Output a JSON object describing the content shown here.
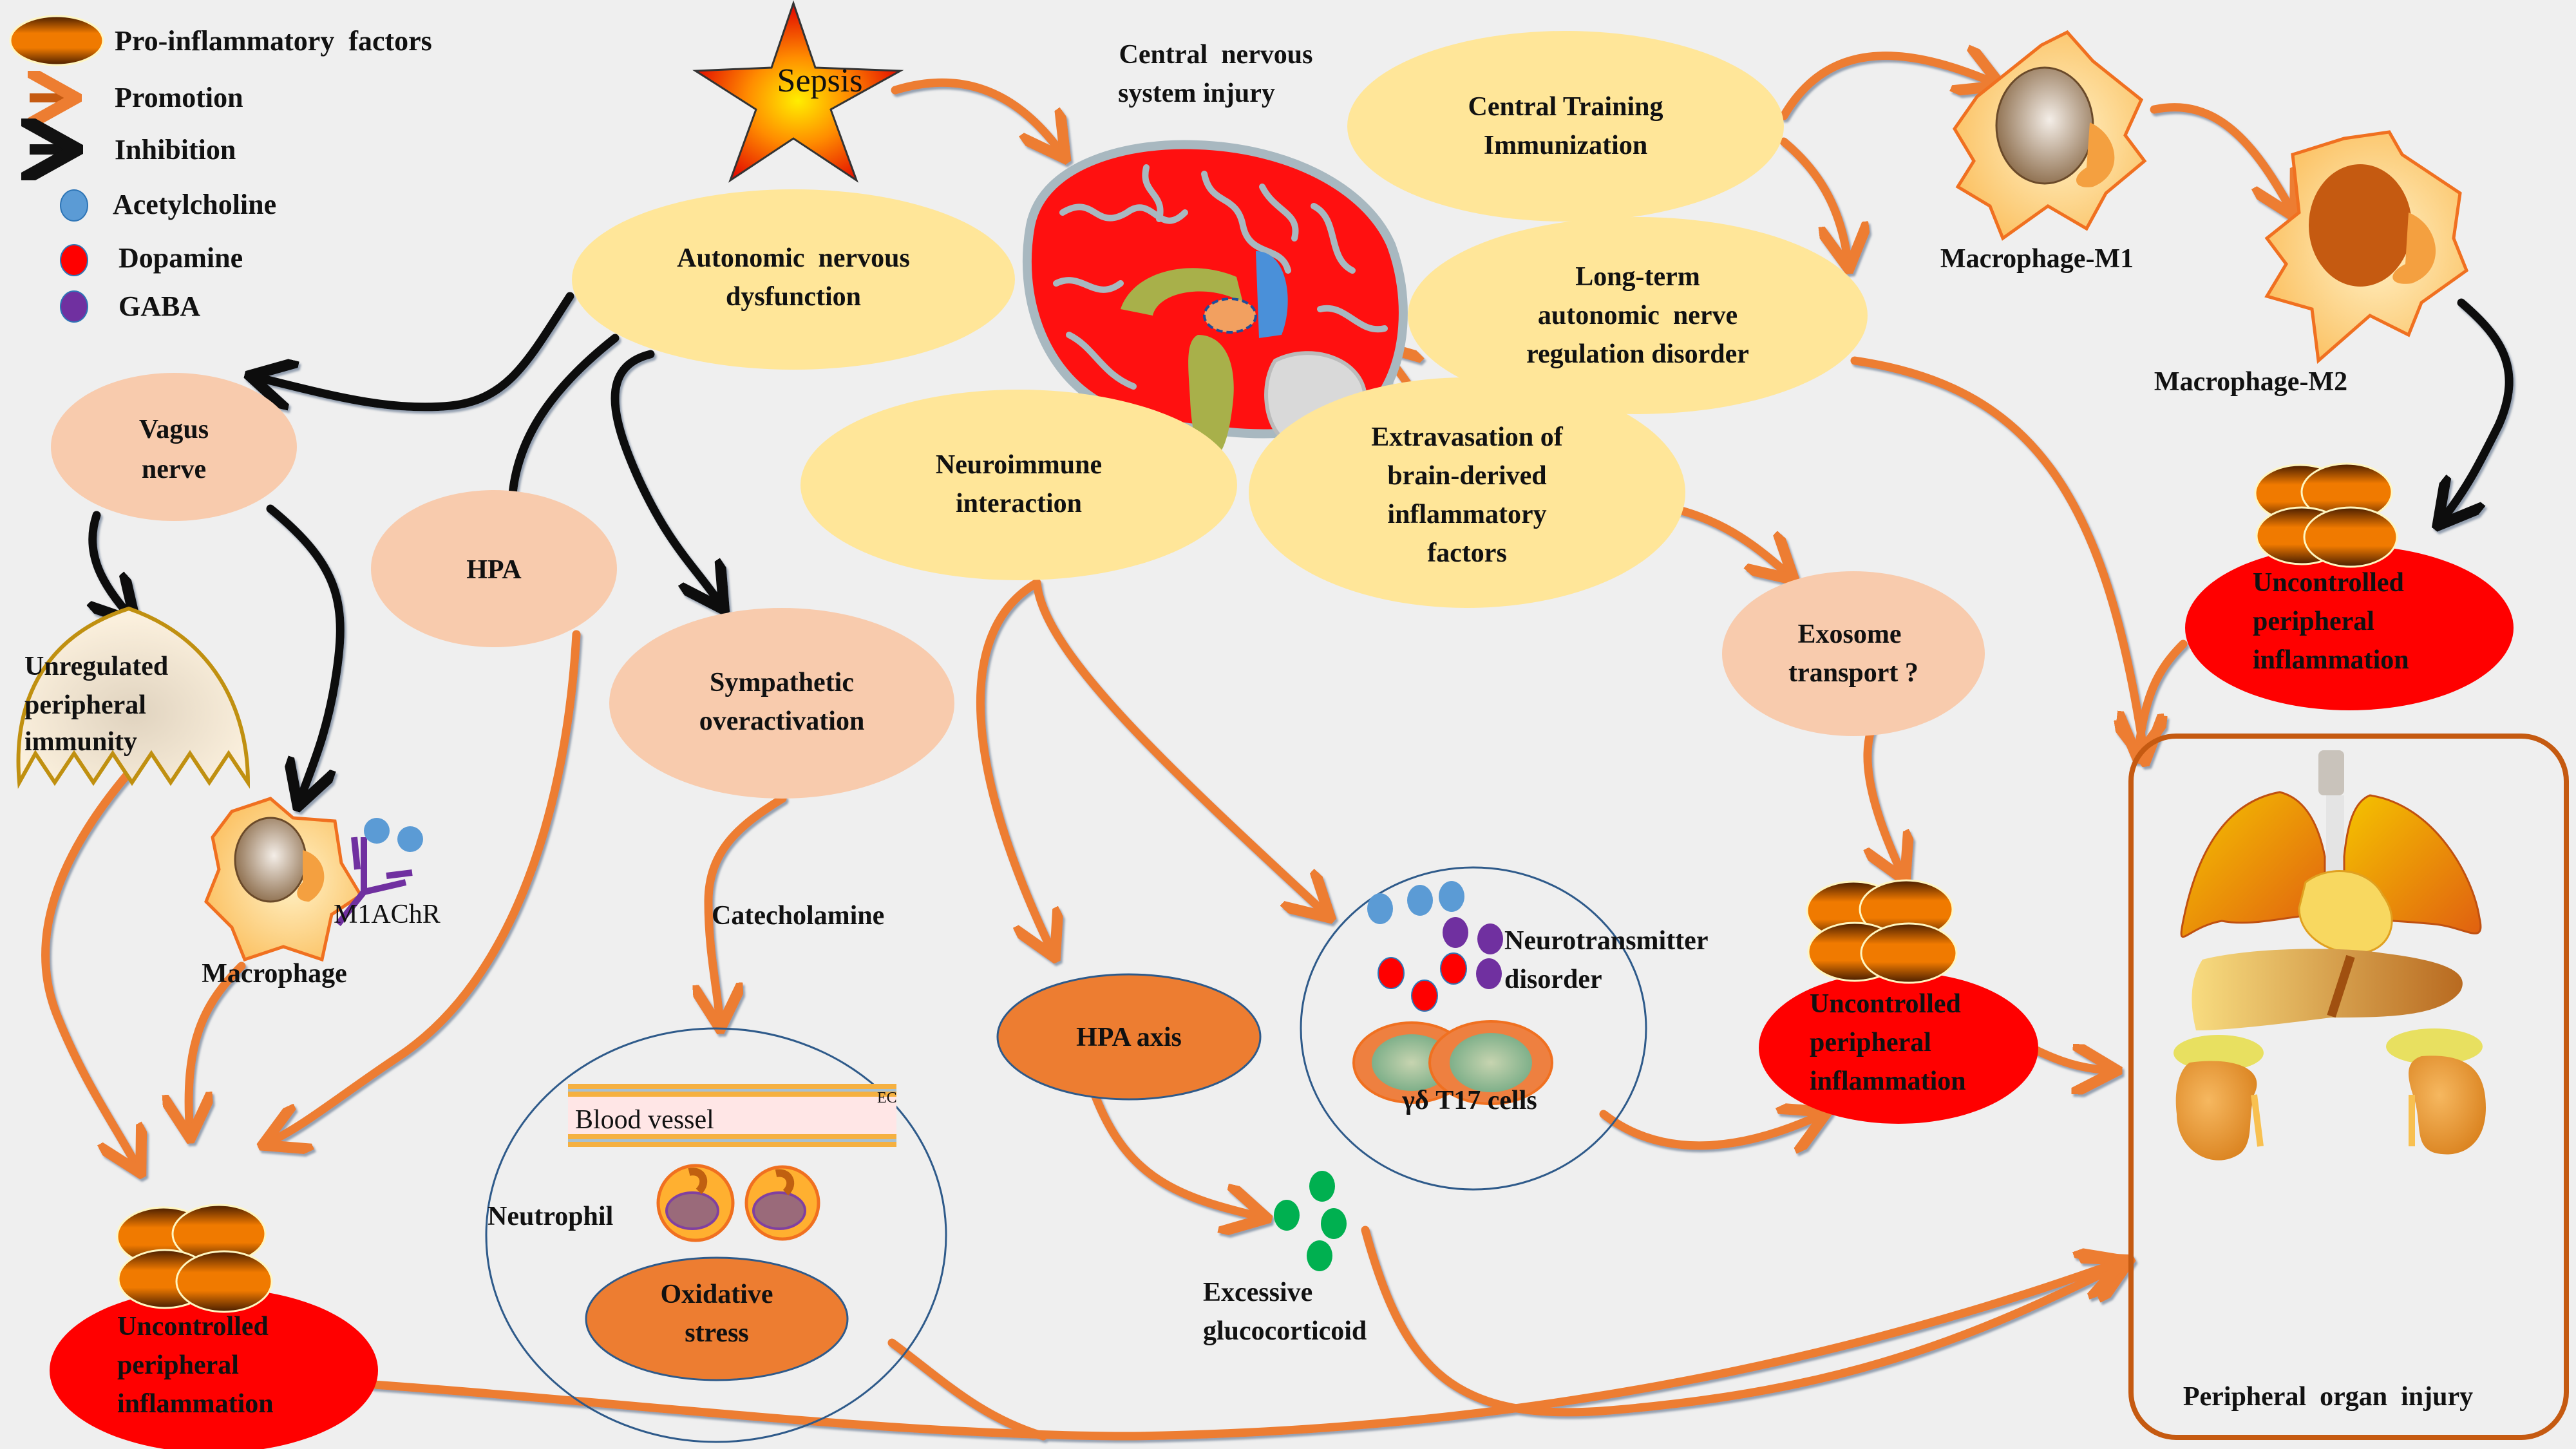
{
  "colors": {
    "background": "#efefef",
    "promotion_arrow": "#ed7d31",
    "inhibition_arrow": "#111111",
    "yellow_node": "#ffe699",
    "peach_node": "#f8cbad",
    "orange_node": "#ed7d31",
    "inflammation_red": "#ff0000",
    "acetylcholine": "#5b9bd5",
    "dopamine": "#ff0000",
    "gaba": "#7030a0",
    "glucocorticoid": "#00b050",
    "organ_box_border": "#c55a11"
  },
  "legend": {
    "items": [
      {
        "icon": "pro-inflammatory-factor-ellipse",
        "label": "Pro-inflammatory  factors"
      },
      {
        "icon": "orange-arrow",
        "label": "Promotion"
      },
      {
        "icon": "black-arrow",
        "label": "Inhibition"
      },
      {
        "icon": "blue-dot",
        "label": "Acetylcholine"
      },
      {
        "icon": "red-dot",
        "label": "Dopamine"
      },
      {
        "icon": "purple-dot",
        "label": "GABA"
      }
    ]
  },
  "nodes": {
    "sepsis": "Sepsis",
    "cns_injury": [
      "Central  nervous",
      "system injury"
    ],
    "central_training": [
      "Central Training",
      "Immunization"
    ],
    "long_term": [
      "Long-term",
      "autonomic  nerve",
      "regulation disorder"
    ],
    "macrophage_m1": "Macrophage-M1",
    "macrophage_m2": "Macrophage-M2",
    "autonomic": [
      "Autonomic  nervous",
      "dysfunction"
    ],
    "neuroimmune": [
      "Neuroimmune",
      "interaction"
    ],
    "extravasation": [
      "Extravasation of",
      "brain-derived",
      "inflammatory",
      "factors"
    ],
    "vagus": [
      "Vagus",
      "nerve"
    ],
    "hpa": "HPA",
    "sympathetic": [
      "Sympathetic",
      "overactivation"
    ],
    "unregulated": [
      "Unregulated",
      "peripheral",
      "immunity"
    ],
    "macrophage": "Macrophage",
    "m1achr": "M1AChR",
    "catecholamine": "Catecholamine",
    "blood_vessel": "Blood vessel",
    "ec": "EC",
    "neutrophil": "Neutrophil",
    "oxidative_stress": [
      "Oxidative",
      "stress"
    ],
    "hpa_axis": "HPA axis",
    "neurotransmitter": [
      "Neurotransmitter",
      "disorder"
    ],
    "gd_t17": "γδ T17 cells",
    "glucocorticoid": [
      "Excessive",
      "glucocorticoid"
    ],
    "exosome": [
      "Exosome",
      "transport ?"
    ],
    "uncontrolled": [
      "Uncontrolled",
      "peripheral",
      "inflammation"
    ],
    "organ_injury": "Peripheral  organ  injury"
  }
}
